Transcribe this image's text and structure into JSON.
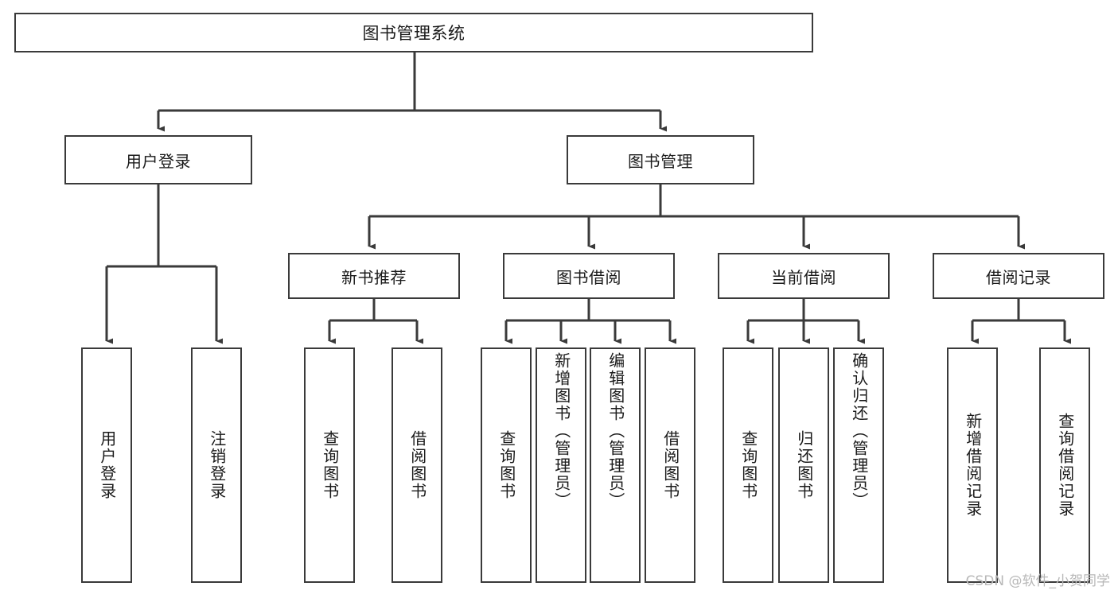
{
  "diagram": {
    "title": "图书管理系统",
    "type": "hierarchy-tree",
    "colors": {
      "box_border": "#3a3a3a",
      "box_fill": "#ffffff",
      "connector": "#3a3a3a",
      "text": "#1a1a1a",
      "watermark": "#b8b8b8"
    },
    "root": {
      "label": "图书管理系统"
    },
    "level2": [
      {
        "label": "用户登录"
      },
      {
        "label": "图书管理"
      }
    ],
    "level3": [
      {
        "label": "新书推荐"
      },
      {
        "label": "图书借阅"
      },
      {
        "label": "当前借阅"
      },
      {
        "label": "借阅记录"
      }
    ],
    "leaves": {
      "user_login": [
        {
          "label": "用户登录"
        },
        {
          "label": "注销登录"
        }
      ],
      "new_book": [
        {
          "label": "查询图书"
        },
        {
          "label": "借阅图书"
        }
      ],
      "book_borrow": [
        {
          "label": "查询图书"
        },
        {
          "label": "新增图书（管理员）"
        },
        {
          "label": "编辑图书（管理员）"
        },
        {
          "label": "借阅图书"
        }
      ],
      "current_borrow": [
        {
          "label": "查询图书"
        },
        {
          "label": "归还图书"
        },
        {
          "label": "确认归还（管理员）"
        }
      ],
      "borrow_record": [
        {
          "label": "新增借阅记录"
        },
        {
          "label": "查询借阅记录"
        }
      ]
    }
  },
  "watermark": {
    "text": "CSDN @软件_小贺同学"
  }
}
